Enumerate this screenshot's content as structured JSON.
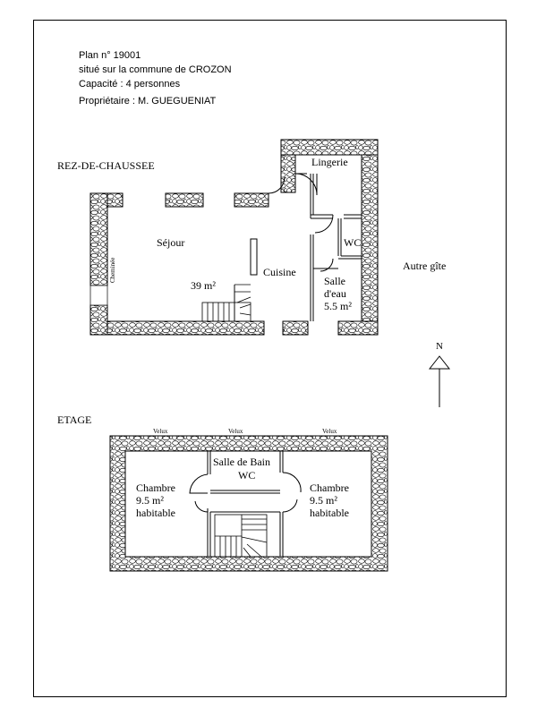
{
  "header": {
    "plan_number": "Plan n° 19001",
    "commune": "situé sur la commune de CROZON",
    "capacity": "Capacité : 4 personnes",
    "owner": "Propriétaire : M. GUEGUENIAT"
  },
  "ground_floor": {
    "title": "REZ-DE-CHAUSSEE",
    "rooms": {
      "lingerie": "Lingerie",
      "sejour": "Séjour",
      "sejour_area": "39 m²",
      "cheminee": "Cheminée",
      "cuisine": "Cuisine",
      "wc": "WC",
      "salle_deau_1": "Salle",
      "salle_deau_2": "d'eau",
      "salle_deau_area": "5.5 m²"
    },
    "neighbor": "Autre gîte"
  },
  "compass": {
    "label": "N"
  },
  "upper_floor": {
    "title": "ETAGE",
    "velux": [
      "Velux",
      "Velux",
      "Velux"
    ],
    "rooms": {
      "bath_1": "Salle de Bain",
      "bath_2": "WC",
      "left_name": "Chambre",
      "left_area": "9.5 m²",
      "left_note": "habitable",
      "right_name": "Chambre",
      "right_area": "9.5 m²",
      "right_note": "habitable"
    }
  },
  "colors": {
    "line": "#000000",
    "paper": "#ffffff"
  }
}
